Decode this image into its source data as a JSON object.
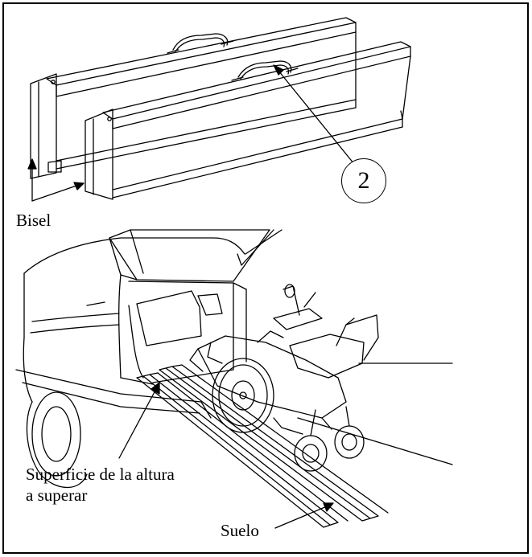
{
  "callout": {
    "number": "2"
  },
  "labels": {
    "bevel": "Bisel",
    "surface_line1": "Superficie de la altura",
    "surface_line2": "a superar",
    "ground": "Suelo"
  }
}
